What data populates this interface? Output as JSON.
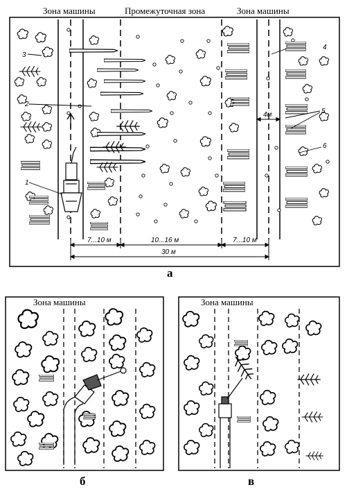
{
  "panel_a": {
    "zone_left": "Зона машины",
    "zone_middle": "Промежуточная зона",
    "zone_right": "Зона машины",
    "callouts": [
      "1",
      "2",
      "3",
      "4",
      "5",
      "6"
    ],
    "dim_4m": "4м",
    "dim_left": "7...10 м",
    "dim_middle": "10...16 м",
    "dim_right": "7...10 м",
    "dim_total": "30 м",
    "letter": "а"
  },
  "panel_b": {
    "zone": "Зона машины",
    "letter": "б"
  },
  "panel_c": {
    "zone": "Зона машины",
    "letter": "в"
  }
}
